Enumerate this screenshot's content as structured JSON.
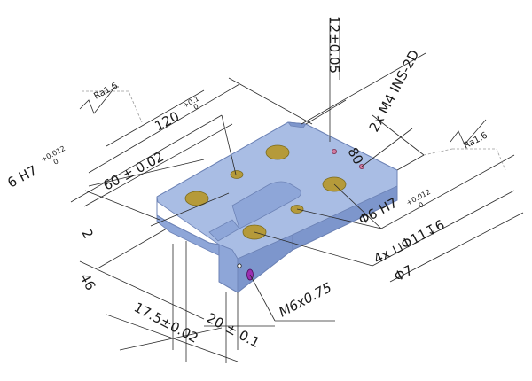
{
  "colors": {
    "part_top": "#a9bde4",
    "part_front": "#8ea6d8",
    "part_side": "#7d96cc",
    "part_edge": "#6d83b6",
    "counterbore": "#b59a3a",
    "hole_dark": "#7a6a1c",
    "pin_hole": "#9b2fb0",
    "small_hole": "#d07aa0"
  },
  "labels": {
    "tol_12": "12±0.05",
    "thread_m4": "2x M4 INS-2D",
    "dim_80": "80",
    "ra_left": "Ra1.6",
    "ra_right": "Ra1.6",
    "dim_120": "120",
    "dim_120_sup": "+0.1",
    "dim_120_sub": "0",
    "h7_left": "6 H7",
    "h7_left_sup": "+0.012",
    "h7_left_sub": "0",
    "dim_60": "60 ± 0.02",
    "h7_right": "Φ6 H7",
    "h7_right_sup": "+0.012",
    "h7_right_sub": "0",
    "cbore": "4x ⊔Φ11↧6",
    "phi7": "Φ7",
    "dim_2": "2",
    "dim_46": "46",
    "m6": "M6x0.75",
    "dim_20": "20 ± 0.1",
    "dim_17": "17.5±0.02"
  }
}
